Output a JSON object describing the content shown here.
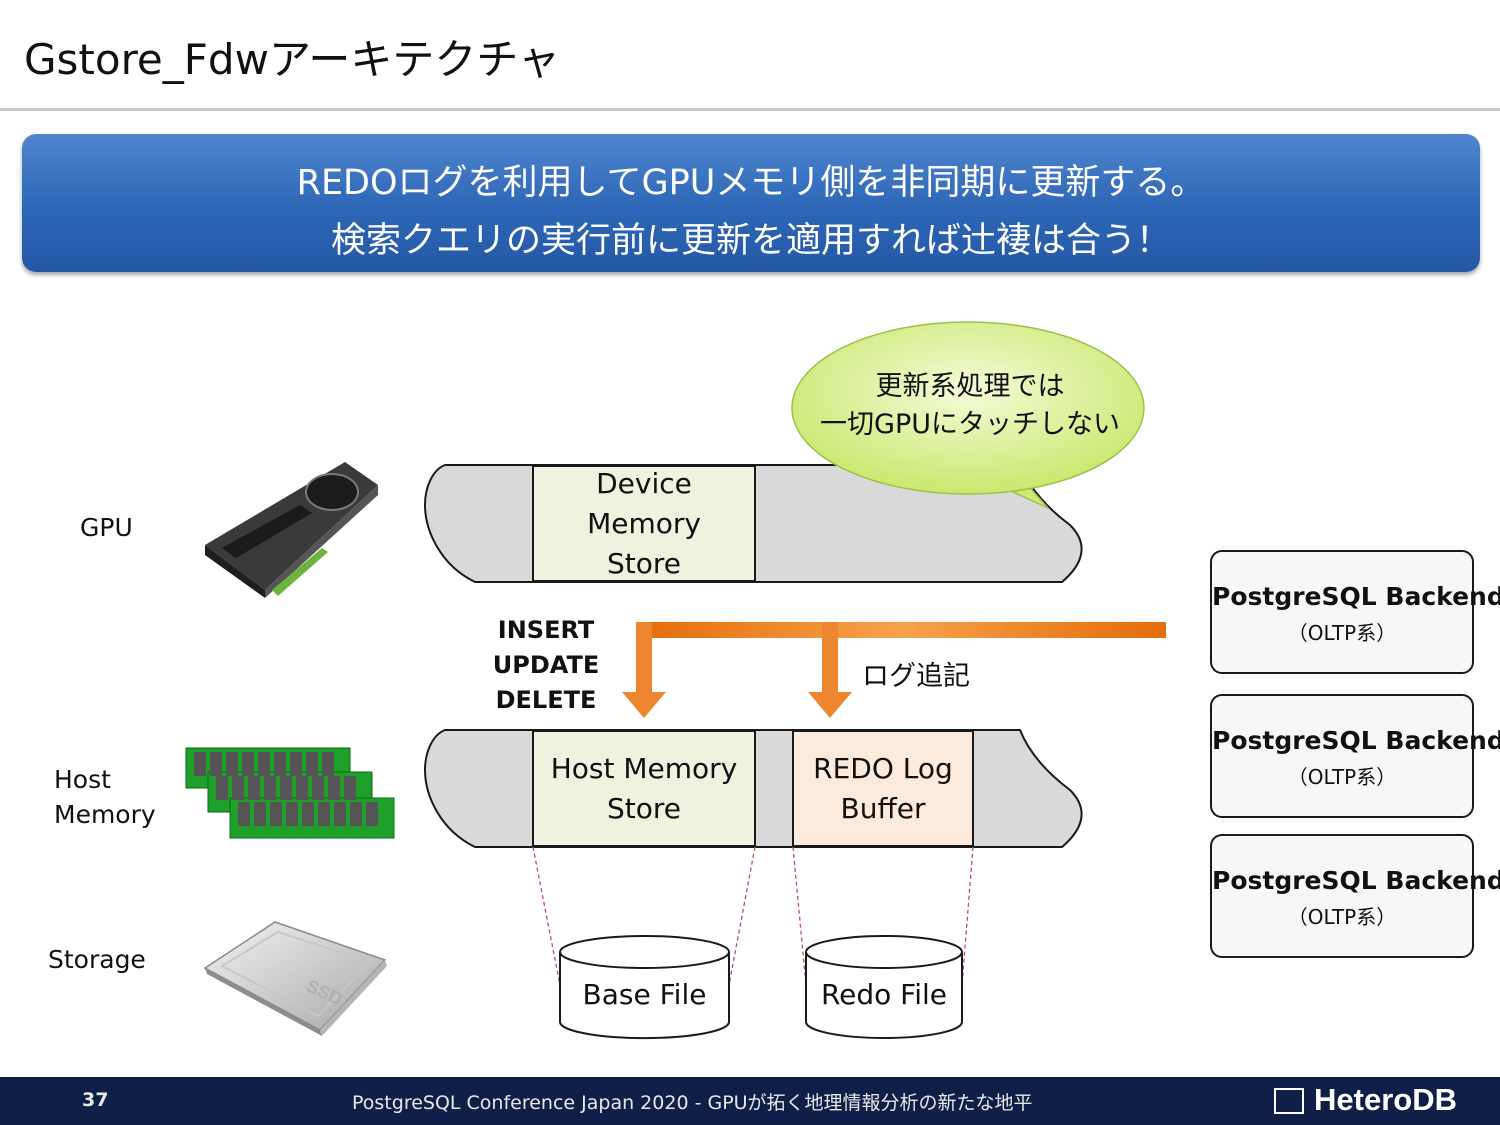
{
  "title": "Gstore_Fdwアーキテクチャ",
  "banner": {
    "line1": "REDOログを利用してGPUメモリ側を非同期に更新する。",
    "line2": "検索クエリの実行前に更新を適用すれば辻褄は合う！"
  },
  "layers": {
    "gpu": "GPU",
    "host_memory_1": "Host",
    "host_memory_2": "Memory",
    "storage": "Storage"
  },
  "callout": {
    "line1": "更新系処理では",
    "line2": "一切GPUにタッチしない"
  },
  "device_store": [
    "Device",
    "Memory",
    "Store"
  ],
  "host_store": [
    "Host Memory",
    "Store"
  ],
  "redo_buffer": [
    "REDO Log",
    "Buffer"
  ],
  "operations": [
    "INSERT",
    "UPDATE",
    "DELETE"
  ],
  "log_append": "ログ追記",
  "files": {
    "base": "Base File",
    "redo": "Redo File"
  },
  "backends": [
    {
      "name": "PostgreSQL Backend",
      "type": "（OLTP系）"
    },
    {
      "name": "PostgreSQL Backend",
      "type": "（OLTP系）"
    },
    {
      "name": "PostgreSQL Backend",
      "type": "（OLTP系）"
    }
  ],
  "footer": {
    "page": "37",
    "text": "PostgreSQL Conference Japan 2020 - GPUが拓く地理情報分析の新たな地平",
    "logo": "HeteroDB"
  },
  "colors": {
    "banner": "#2d66b6",
    "arrow": "#f07d1f",
    "callout": "#dcf08f",
    "store_fill": "#eef2df",
    "redo_fill": "#fcebdc",
    "footer": "#0f1f48"
  }
}
